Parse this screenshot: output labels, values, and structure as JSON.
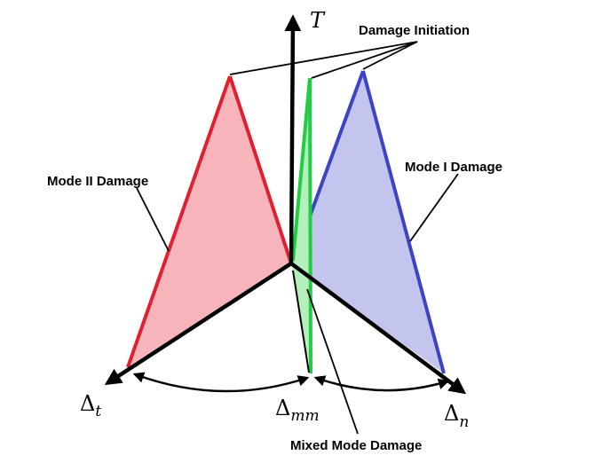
{
  "labels": {
    "damage_initiation": "Damage Initiation",
    "mode_ii_damage": "Mode II Damage",
    "mode_i_damage": "Mode I Damage",
    "mixed_mode_damage": "Mixed Mode Damage"
  },
  "axes": {
    "traction": "T",
    "shear": {
      "symbol": "Δ",
      "subscript": "t"
    },
    "mixed": {
      "symbol": "Δ",
      "subscript": "mm"
    },
    "normal": {
      "symbol": "Δ",
      "subscript": "n"
    }
  },
  "colors": {
    "mode_ii_fill": "#f7b5bb",
    "mode_ii_edge": "#e02030",
    "mode_i_fill": "#c3c5ef",
    "mode_i_edge": "#3c44c4",
    "mixed_fill": "#b4f0bc",
    "mixed_edge": "#22cc44",
    "axis": "#000000"
  }
}
